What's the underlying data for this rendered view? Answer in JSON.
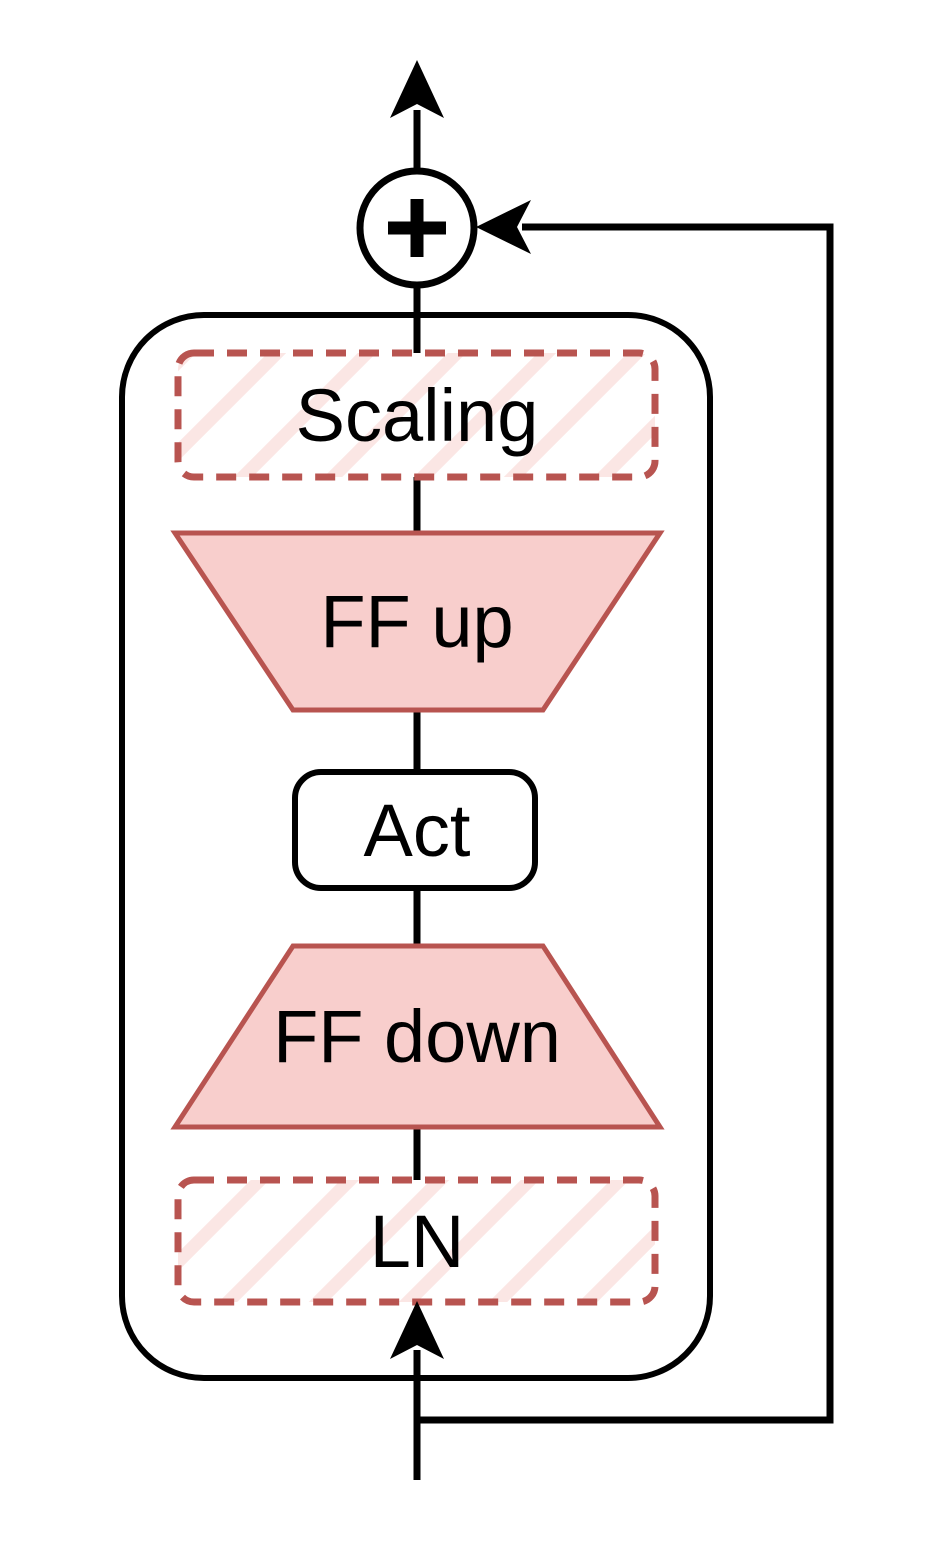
{
  "diagram": {
    "blocks": [
      {
        "id": "scaling",
        "label": "Scaling"
      },
      {
        "id": "ff-up",
        "label": "FF up"
      },
      {
        "id": "act",
        "label": "Act"
      },
      {
        "id": "ff-down",
        "label": "FF down"
      },
      {
        "id": "ln",
        "label": "LN"
      }
    ],
    "add_node": {
      "symbol": "+"
    },
    "colors": {
      "line": "#000000",
      "text": "#000000",
      "background": "#ffffff",
      "block_stroke": "#b85450",
      "block_fill": "#f8cecc",
      "hatch_stripe": "#fbe6e4"
    }
  }
}
